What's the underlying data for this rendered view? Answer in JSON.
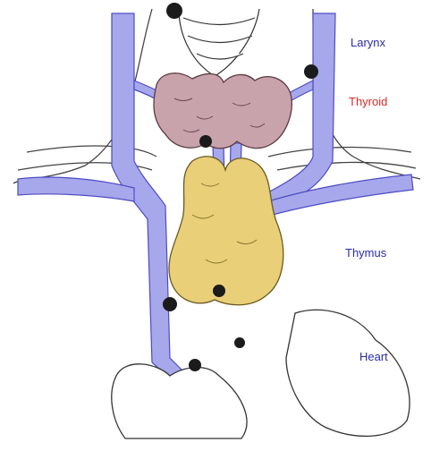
{
  "labels": {
    "larynx": "Larynx",
    "thyroid": "Thyroid",
    "thymus": "Thymus",
    "heart": "Heart"
  },
  "colors": {
    "label_blue": "#2b2ba8",
    "label_red": "#d42a2a",
    "vessel_fill": "#a7a7ec",
    "vessel_stroke": "#4c4cc4",
    "thyroid_fill": "#c9a3ac",
    "thymus_fill": "#e9cf78",
    "outline": "#333333"
  }
}
